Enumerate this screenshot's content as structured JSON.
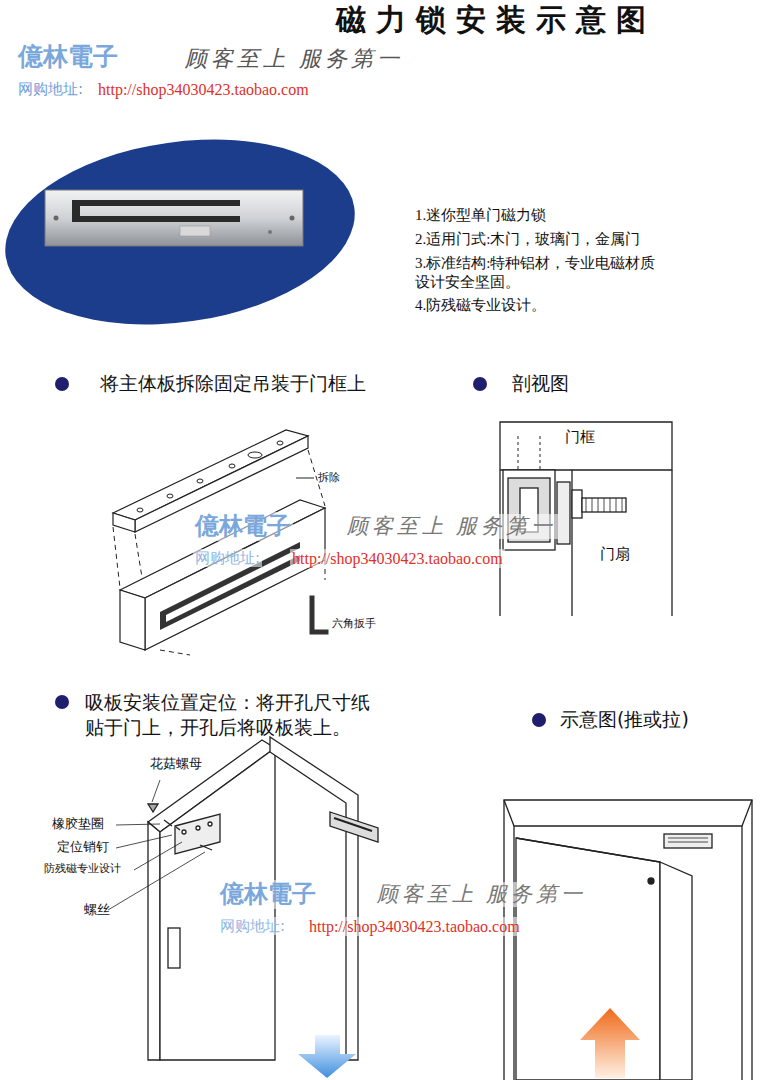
{
  "diagram": {
    "title": "磁力锁安装示意图",
    "labels": [
      "億林電子",
      "顾客至上 服务第一",
      "网购地址:",
      "http://shop34030423.taobao.com",
      "1.迷你型单门磁力锁",
      "2.适用门式:木门，玻璃门，金属门",
      "3.标准结构:特种铝材，专业电磁材质 设计安全坚固。",
      "4.防残磁专业设计。",
      "将主体板拆除固定吊装于门框上",
      "剖视图",
      "门框",
      "拆除",
      "億林電子",
      "顾客至上 服务第一",
      "网购地址:",
      "http://shop34030423.taobao.com",
      "门扇",
      "六角扳手",
      "吸板安装位置定位：将开孔尺寸纸贴于门上，开孔后将吸板装上。",
      "示意图(推或拉)",
      "花菇螺母",
      "橡胶垫圈",
      "定位销钉",
      "防残磁专业设计",
      "螺丝",
      "億林電子",
      "顾客至上 服务第一",
      "网购地址:",
      "http://shop34030423.taobao.com"
    ]
  }
}
